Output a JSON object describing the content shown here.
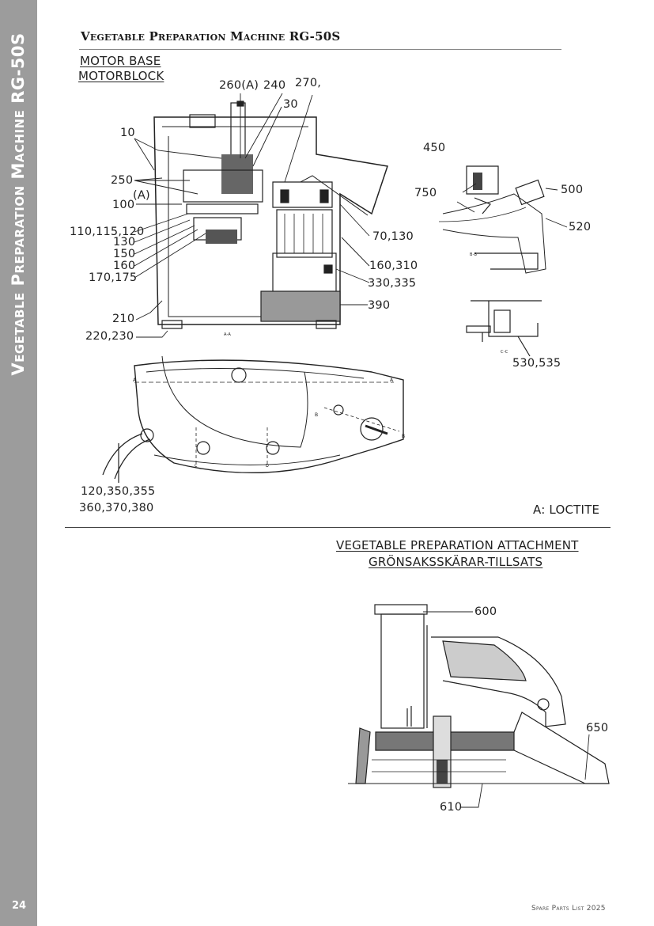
{
  "sidebar": {
    "title": "Vegetable Preparation Machine  RG-50S",
    "page_number": "24"
  },
  "header": {
    "title": "Vegetable Preparation Machine RG-50S"
  },
  "footer": {
    "text": "Spare Parts List 2025"
  },
  "motor_base": {
    "title_en": "MOTOR BASE",
    "title_sv": "MOTORBLOCK",
    "callouts": {
      "c260": "260(A)",
      "c240": "240",
      "c270": "270,",
      "c30": "30",
      "c10": "10",
      "c250": "250",
      "cA": "(A)",
      "c100": "100",
      "c110": "110,115,120",
      "c130": "130",
      "c150": "150",
      "c160": "160",
      "c170": "170,175",
      "c210": "210",
      "c220": "220,230",
      "c70": "70,130",
      "c160b": "160,310",
      "c330": "330,335",
      "c390": "390",
      "c450": "450",
      "c750": "750",
      "c500": "500",
      "c520": "520",
      "c530": "530,535",
      "c120": "120,350,355",
      "c360": "360,370,380"
    },
    "section_marks": {
      "aa": "A-A",
      "bb": "B-B",
      "cc": "C-C",
      "a": "A",
      "b": "B",
      "c": "C",
      "d": "D"
    },
    "note": "A: LOCTITE"
  },
  "attachment": {
    "title_en": "VEGETABLE PREPARATION ATTACHMENT",
    "title_sv": "GRÖNSAKSSKÄRAR-TILLSATS",
    "callouts": {
      "c600": "600",
      "c650": "650",
      "c610": "610"
    }
  }
}
